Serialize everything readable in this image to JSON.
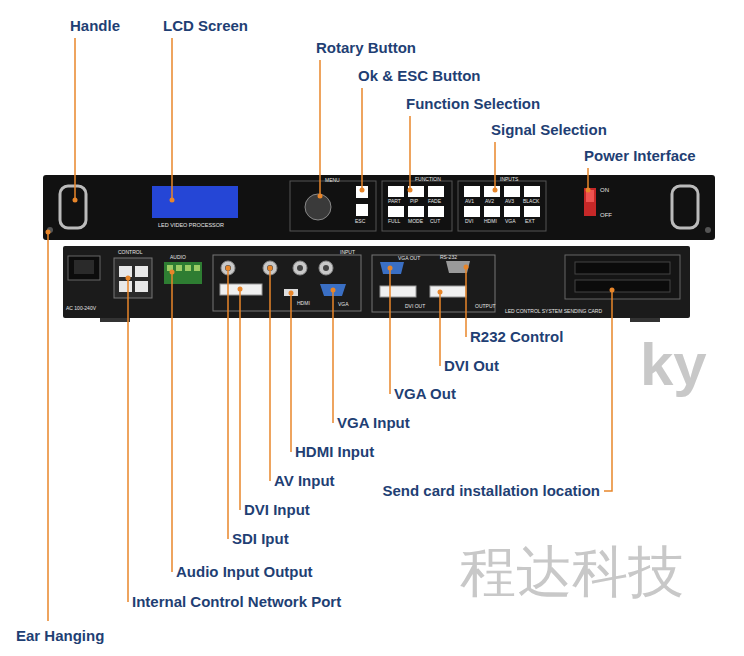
{
  "diagram": {
    "labels": [
      "Handle",
      "LCD Screen",
      "Rotary Button",
      "Ok & ESC Button",
      "Function Selection",
      "Signal Selection",
      "Power Interface",
      "R232 Control",
      "DVI Out",
      "VGA Out",
      "VGA Input",
      "HDMI Input",
      "AV Input",
      "DVI Input",
      "SDI Iput",
      "Send card installation location",
      "Audio Input Output",
      "Internal Control Network Port",
      "Ear Hanging",
      "LED VIDEO PROCESSOR",
      "MENU",
      "ESC",
      "PART",
      "PIP",
      "FADE",
      "FULL",
      "MODE",
      "CUT",
      "AV1",
      "AV2",
      "AV3",
      "BLACK",
      "DVI",
      "HDMI",
      "VGA",
      "EXT",
      "ON",
      "OFF",
      "CONTROL",
      "AUDIO",
      "INPUT",
      "OUTPUT",
      "RS-232",
      "VGA OUT",
      "DVI OUT",
      "LED CONTROL SYSTEM SENDING CARD",
      "AC 100-240V",
      "HDMI",
      "VGA",
      "程达科技",
      "ky",
      "FUNCTION",
      "INPUTS"
    ]
  }
}
